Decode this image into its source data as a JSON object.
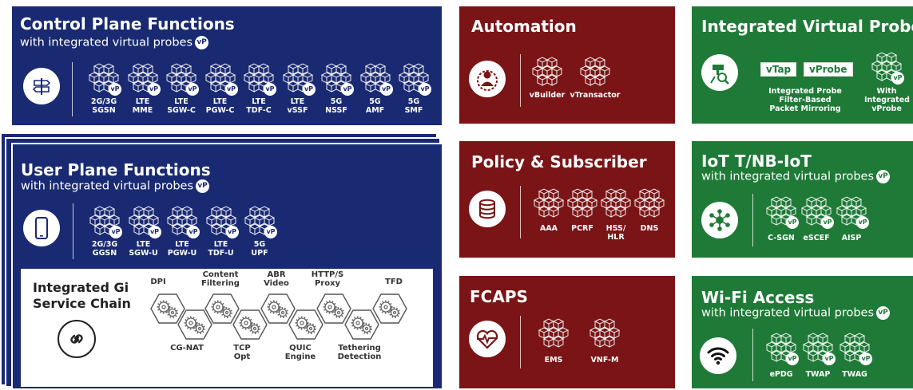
{
  "control_plane": {
    "title": "Control Plane Functions",
    "subtitle": "with integrated virtual probes",
    "badge": "vP",
    "items": [
      "2G/3G\nSGSN",
      "LTE\nMME",
      "LTE\nSGW-C",
      "LTE\nPGW-C",
      "LTE\nTDF-C",
      "LTE\nvSSF",
      "5G\nNSSF",
      "5G\nAMF",
      "5G\nSMF"
    ],
    "icon": "signpost-icon"
  },
  "user_plane": {
    "title": "User Plane Functions",
    "subtitle": "with integrated virtual probes",
    "badge": "vP",
    "items": [
      "2G/3G\nGGSN",
      "LTE\nSGW-U",
      "LTE\nPGW-U",
      "LTE\nTDF-U",
      "5G\nUPF"
    ],
    "icon": "smartphone-icon"
  },
  "gi_chain": {
    "title": "Integrated Gi\nService Chain",
    "top_labels": [
      "DPI",
      "Content\nFiltering",
      "ABR\nVideo",
      "HTTP/S\nProxy",
      "TFD"
    ],
    "bottom_labels": [
      "CG-NAT",
      "TCP\nOpt",
      "QUIC\nEngine",
      "Tethering\nDetection"
    ],
    "icon": "chain-link-icon"
  },
  "automation": {
    "title": "Automation",
    "items": [
      "vBuilder",
      "vTransactor"
    ],
    "icon": "operator-gear-icon"
  },
  "policy": {
    "title": "Policy & Subscriber",
    "items": [
      "AAA",
      "PCRF",
      "HSS/\nHLR",
      "DNS"
    ],
    "icon": "database-icon"
  },
  "fcaps": {
    "title": "FCAPS",
    "items": [
      "EMS",
      "VNF-M"
    ],
    "icon": "heart-pulse-icon"
  },
  "probe": {
    "title": "Integrated Virtual Probe",
    "tags": [
      "vTap",
      "vProbe"
    ],
    "caption": "Integrated Probe\nFilter-Based\nPacket Mirroring",
    "with_label": "With\nIntegrated\nvProbe",
    "badge": "vP",
    "icon": "camera-search-icon"
  },
  "iot": {
    "title": "IoT T/NB-IoT",
    "subtitle": "with integrated virtual probes",
    "badge": "vP",
    "items": [
      "C-SGN",
      "eSCEF",
      "AISP"
    ],
    "icon": "network-hub-icon"
  },
  "wifi": {
    "title": "Wi-Fi Access",
    "subtitle": "with integrated virtual probes",
    "badge": "vP",
    "items": [
      "ePDG",
      "TWAP",
      "TWAG"
    ],
    "icon": "wifi-icon"
  },
  "colors": {
    "navy": "#1a2a72",
    "dark_red": "#7a1416",
    "green": "#1f7a37"
  }
}
